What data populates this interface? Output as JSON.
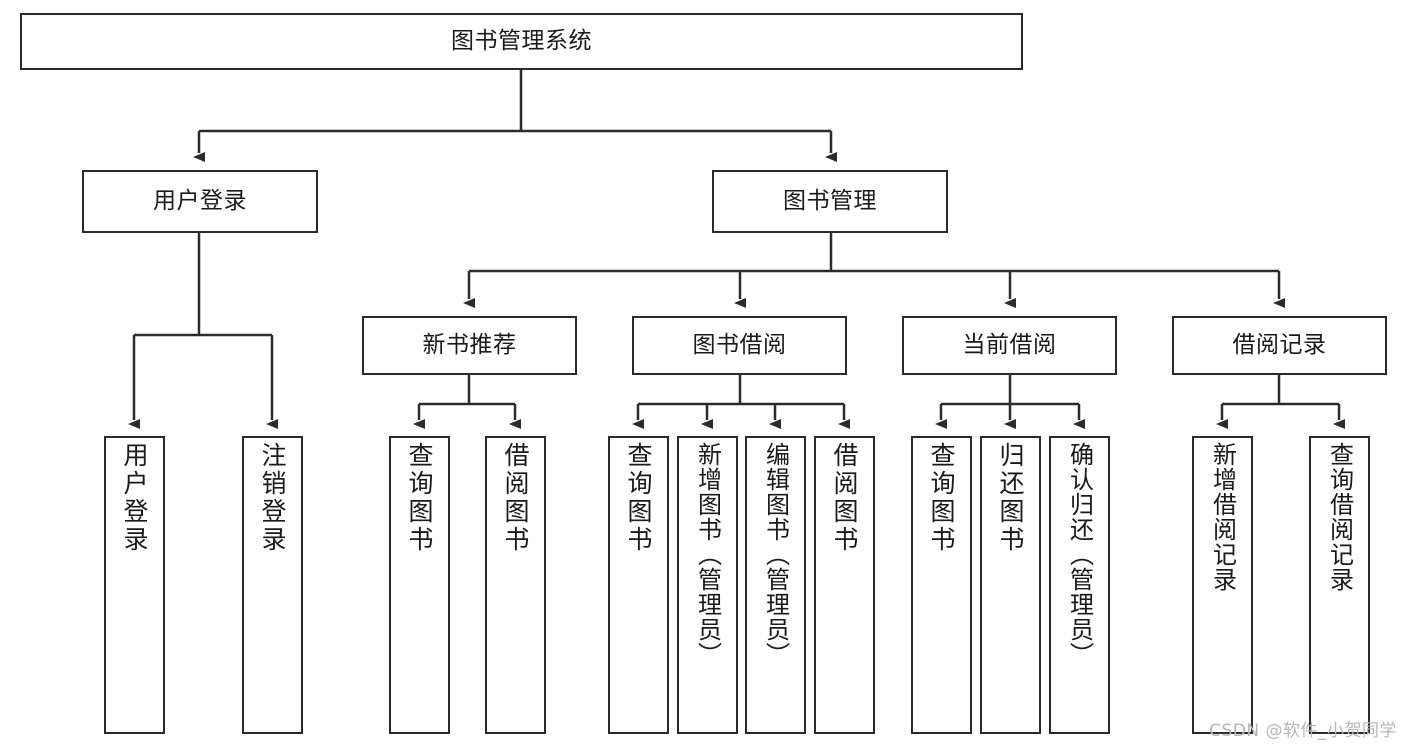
{
  "diagram": {
    "title": "图书管理系统",
    "root": {
      "label": "图书管理系统"
    },
    "level2": [
      {
        "label": "用户登录"
      },
      {
        "label": "图书管理"
      }
    ],
    "level3": [
      {
        "label": "新书推荐"
      },
      {
        "label": "图书借阅"
      },
      {
        "label": "当前借阅"
      },
      {
        "label": "借阅记录"
      }
    ],
    "leaves": {
      "user_login": [
        {
          "label": "用户登录"
        },
        {
          "label": "注销登录"
        }
      ],
      "new_book_recommend": [
        {
          "label": "查询图书"
        },
        {
          "label": "借阅图书"
        }
      ],
      "book_borrow": [
        {
          "label": "查询图书"
        },
        {
          "label": "新增图书（管理员）"
        },
        {
          "label": "编辑图书（管理员）"
        },
        {
          "label": "借阅图书"
        }
      ],
      "current_borrow": [
        {
          "label": "查询图书"
        },
        {
          "label": "归还图书"
        },
        {
          "label": "确认归还（管理员）"
        }
      ],
      "borrow_record": [
        {
          "label": "新增借阅记录"
        },
        {
          "label": "查询借阅记录"
        }
      ]
    }
  },
  "watermark": {
    "text": "CSDN @软件_小贺同学"
  },
  "colors": {
    "stroke": "#2b2b2b",
    "background": "#ffffff",
    "text": "#1a1a1a",
    "watermark": "#b6b6b6"
  }
}
